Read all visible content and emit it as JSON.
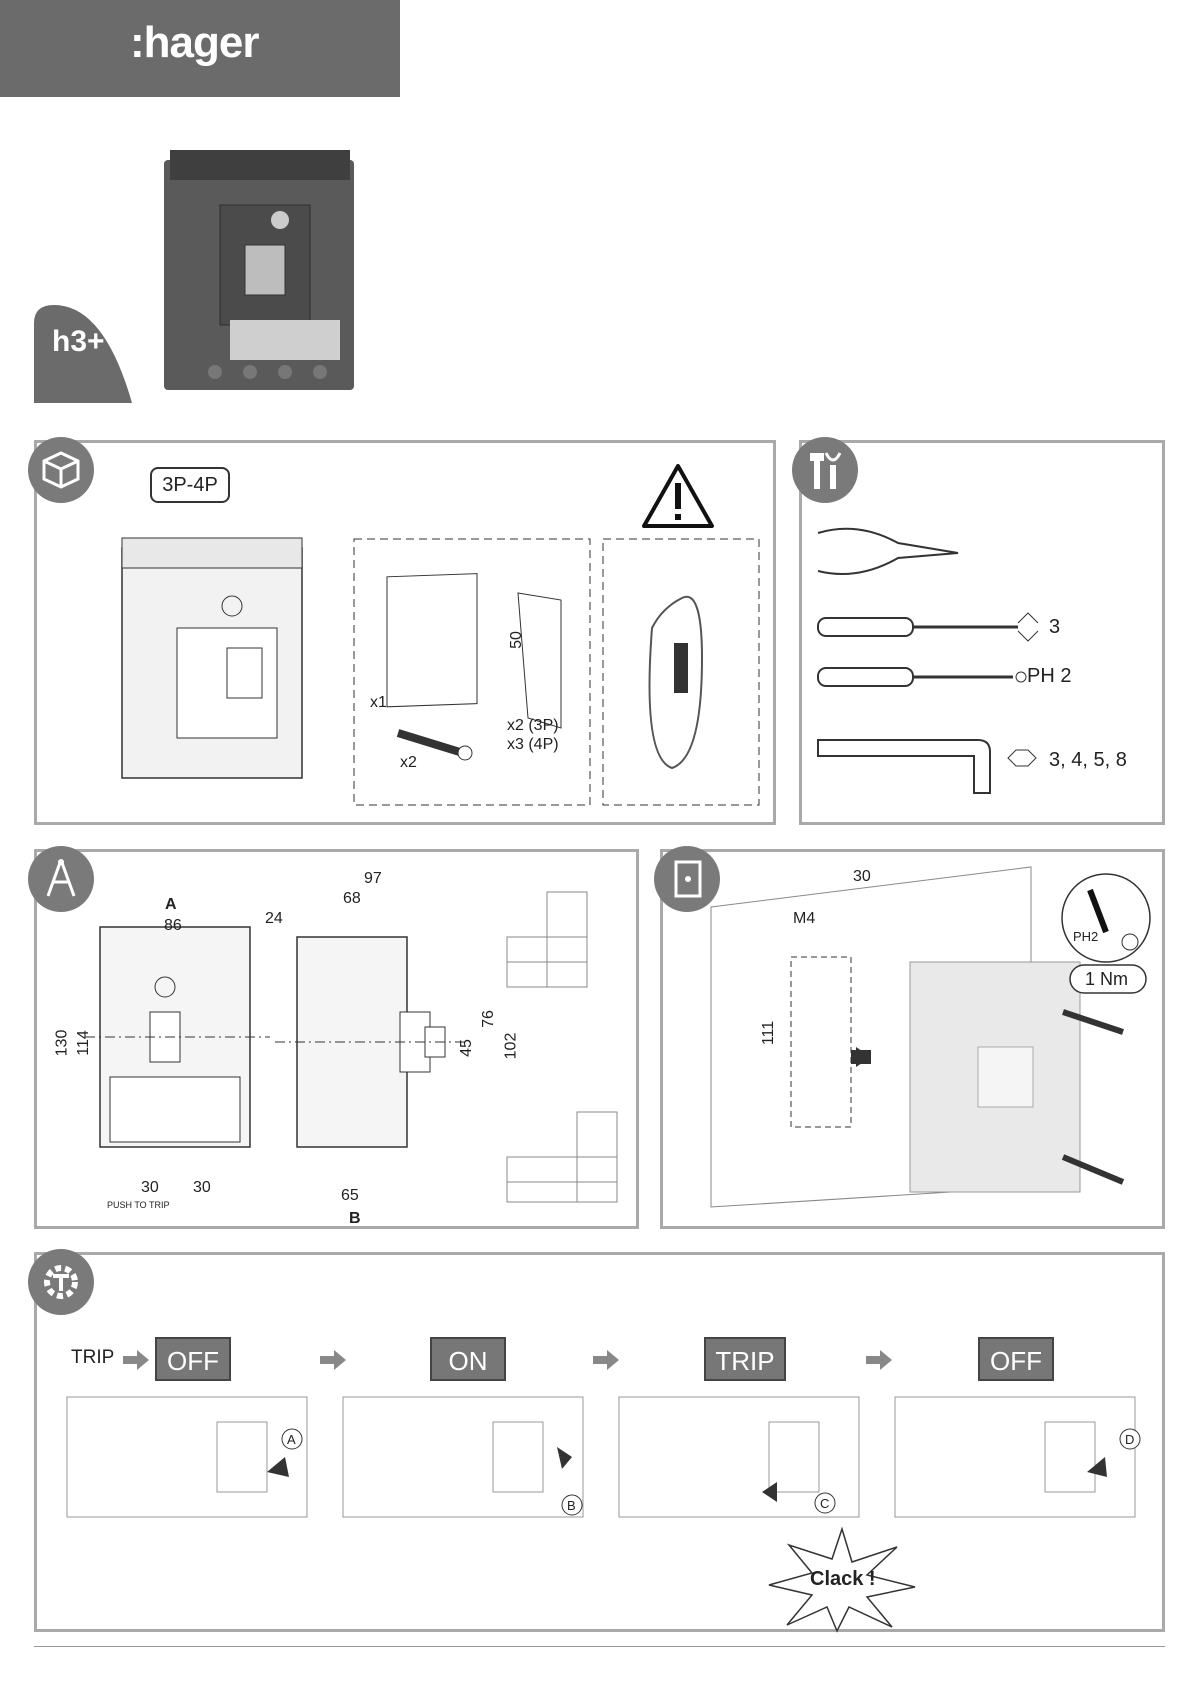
{
  "brand": {
    "logo_text": ":hager",
    "series_mark": "h3+"
  },
  "contents": {
    "pole_label": "3P-4P",
    "doc_qty": "x1",
    "screw_qty": "x2",
    "plate_dim": "50",
    "plate_qty_3p": "x2 (3P)",
    "plate_qty_4p": "x3 (4P)"
  },
  "tools": {
    "flat_size": "3",
    "phillips_size": "PH 2",
    "hex_sizes": "3, 4, 5, 8"
  },
  "dimensions": {
    "label_a": "A",
    "width_86": "86",
    "height_130": "130",
    "height_114": "114",
    "pitch_1": "30",
    "pitch_2": "30",
    "depth_97": "97",
    "depth_68": "68",
    "depth_24": "24",
    "height_76": "76",
    "height_45": "45",
    "height_102": "102",
    "depth_65": "65",
    "label_b": "B",
    "push_to_trip": "PUSH TO TRIP"
  },
  "mounting": {
    "spacing": "30",
    "screw": "M4",
    "height": "111",
    "driver": "PH2",
    "torque": "1 Nm"
  },
  "operation": {
    "trip_prefix": "TRIP",
    "states": [
      "OFF",
      "ON",
      "TRIP",
      "OFF"
    ],
    "markers": [
      "A",
      "B",
      "C",
      "D"
    ],
    "clack": "Clack !"
  }
}
